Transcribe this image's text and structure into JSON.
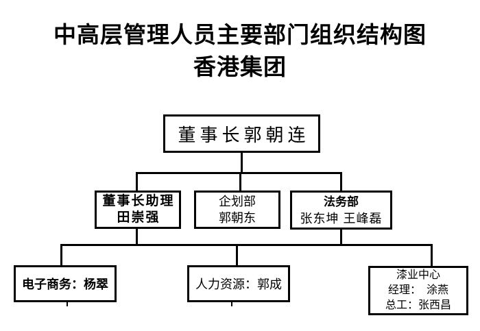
{
  "title": {
    "line1": "中高层管理人员主要部门组织结构图",
    "line2": "香港集团"
  },
  "nodes": {
    "chairman": {
      "label": "董事长郭朝连"
    },
    "assistant": {
      "line1": "董事长助理",
      "line2": "田崇强"
    },
    "planning": {
      "line1": "企划部",
      "line2": "郭朝东"
    },
    "legal": {
      "line1": "法务部",
      "line2": "张东坤 王峰磊"
    },
    "ecommerce": {
      "label": "电子商务：杨翠"
    },
    "hr": {
      "label": "人力资源：郭成"
    },
    "paint": {
      "line1": "漆业中心",
      "line2": "经理：　涂燕",
      "line3": "总工：张西昌"
    }
  },
  "hierarchy": [
    {
      "parent": "董事长郭朝连",
      "children": [
        "董事长助理 田崇强",
        "企划部 郭朝东",
        "法务部 张东坤 王峰磊"
      ]
    },
    {
      "parent": "董事长助理 田崇强 / 法务部 张东坤 王峰磊",
      "children": [
        "电子商务：杨翠",
        "人力资源：郭成",
        "漆业中心 经理：涂燕 总工：张西昌"
      ]
    }
  ],
  "colors": {
    "ink": "#000000",
    "background": "#ffffff"
  }
}
